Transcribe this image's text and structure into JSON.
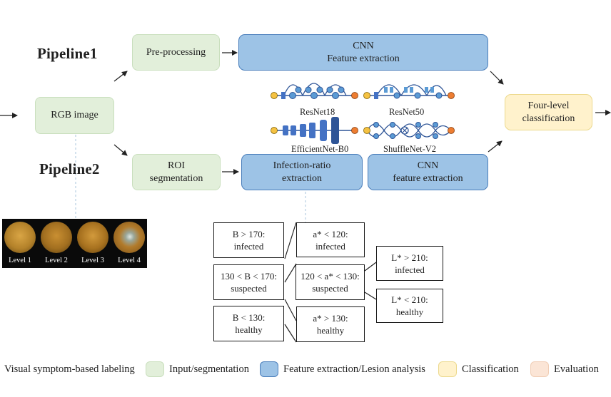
{
  "pipelines": {
    "pipeline1_title": "Pipeline1",
    "pipeline2_title": "Pipeline2"
  },
  "nodes": {
    "rgb_image": "RGB image",
    "preprocessing": "Pre-processing",
    "cnn_feature_extraction_1_line1": "CNN",
    "cnn_feature_extraction_1_line2": "Feature extraction",
    "roi_segmentation_line1": "ROI",
    "roi_segmentation_line2": "segmentation",
    "infection_ratio_line1": "Infection-ratio",
    "infection_ratio_line2": "extraction",
    "cnn_feature_extraction_2_line1": "CNN",
    "cnn_feature_extraction_2_line2": "feature extraction",
    "four_level_line1": "Four-level",
    "four_level_line2": "classification"
  },
  "networks": {
    "resnet18": "ResNet18",
    "resnet50": "ResNet50",
    "efficientnet": "EfficientNet-B0",
    "shufflenet": "ShuffleNet-V2"
  },
  "leaf_levels": [
    "Level 1",
    "Level 2",
    "Level 3",
    "Level 4"
  ],
  "rules": {
    "B_infected": [
      "B > 170:",
      "infected"
    ],
    "B_suspected": [
      "130 < B < 170:",
      "suspected"
    ],
    "B_healthy": [
      "B < 130:",
      "healthy"
    ],
    "a_infected": [
      "a* < 120:",
      "infected"
    ],
    "a_suspected": [
      "120 < a* < 130:",
      "suspected"
    ],
    "a_healthy": [
      "a* > 130:",
      "healthy"
    ],
    "L_infected": [
      "L* > 210:",
      "infected"
    ],
    "L_healthy": [
      "L* < 210:",
      "healthy"
    ]
  },
  "legend": {
    "visual_label": "Visual symptom-based labeling",
    "input_seg": "Input/segmentation",
    "feature_lesion": "Feature extraction/Lesion analysis",
    "classification": "Classification",
    "evaluation": "Evaluation"
  },
  "colors": {
    "input_segmentation": "#e2efda",
    "feature_extraction": "#9dc3e6",
    "classification": "#fff2cc",
    "evaluation": "#fbe5d6"
  }
}
